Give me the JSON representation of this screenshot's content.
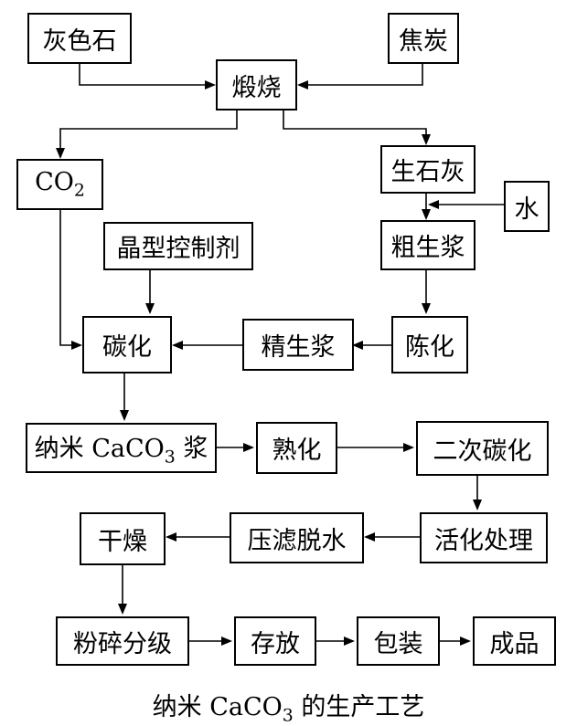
{
  "nodes": {
    "limestone": "灰色石",
    "coke": "焦炭",
    "calcination": "煅烧",
    "co2_main": "CO",
    "co2_sub": "2",
    "quicklime": "生石灰",
    "water": "水",
    "crystal_agent": "晶型控制剂",
    "crude_slurry": "粗生浆",
    "carbonation": "碳化",
    "refined_slurry": "精生浆",
    "aging": "陈化",
    "nano_slurry_pre": "纳米 CaCO",
    "nano_slurry_sub": "3",
    "nano_slurry_post": " 浆",
    "curing": "熟化",
    "second_carbonation": "二次碳化",
    "drying": "干燥",
    "filter_press": "压滤脱水",
    "activation": "活化处理",
    "crushing": "粉碎分级",
    "storage": "存放",
    "packaging": "包装",
    "product": "成品"
  },
  "caption": {
    "pre": "纳米 CaCO",
    "sub": "3",
    "post": " 的生产工艺"
  }
}
